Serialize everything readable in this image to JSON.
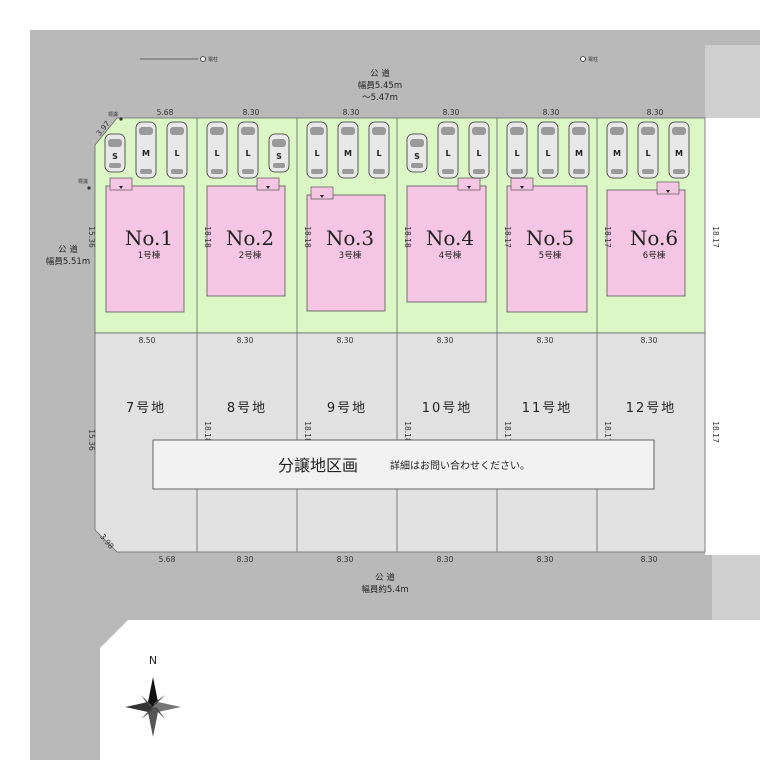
{
  "roads": {
    "north": {
      "name": "公 道",
      "width": "幅員5.45m",
      "width2": "～5.47m"
    },
    "west": {
      "name": "公 道",
      "width": "幅員5.51m"
    },
    "south": {
      "name": "公 道",
      "width": "幅員約5.4m"
    },
    "pole_label": "電柱",
    "marker_label": "標識"
  },
  "lots": [
    {
      "no": "No.1",
      "label": "1号棟",
      "cars": [
        "S",
        "M",
        "L"
      ],
      "top_dim": "5.68",
      "side_dim": "18.18"
    },
    {
      "no": "No.2",
      "label": "2号棟",
      "cars": [
        "L",
        "L",
        "S"
      ],
      "top_dim": "8.30",
      "side_dim": "18.18"
    },
    {
      "no": "No.3",
      "label": "3号棟",
      "cars": [
        "L",
        "M",
        "L"
      ],
      "top_dim": "8.30",
      "side_dim": "18.18"
    },
    {
      "no": "No.4",
      "label": "4号棟",
      "cars": [
        "S",
        "L",
        "L"
      ],
      "top_dim": "8.30",
      "side_dim": "18.17"
    },
    {
      "no": "No.5",
      "label": "5号棟",
      "cars": [
        "L",
        "L",
        "M"
      ],
      "top_dim": "8.30",
      "side_dim": "18.17"
    },
    {
      "no": "No.6",
      "label": "6号棟",
      "cars": [
        "M",
        "L",
        "M"
      ],
      "top_dim": "8.30",
      "side_dim": "18.17"
    }
  ],
  "north_row": {
    "corner_dim": "3.97",
    "left_dim": "15.36",
    "right_dim": "18.17"
  },
  "mid_dims": [
    "8.50",
    "8.30",
    "8.30",
    "8.30",
    "8.30",
    "8.30"
  ],
  "south_lots": {
    "names": [
      "7号地",
      "8号地",
      "9号地",
      "10号地",
      "11号地",
      "12号地"
    ],
    "side_dims": [
      "18.18",
      "18.18",
      "18.18",
      "18.17",
      "18.17"
    ],
    "left_dim": "15.36",
    "right_dim": "18.17",
    "corner_dim": "3.98",
    "bottom_dims": [
      "5.68",
      "8.30",
      "8.30",
      "8.30",
      "8.30",
      "8.30"
    ]
  },
  "subdivision": {
    "title": "分譲地区画",
    "note": "詳細はお問い合わせください。"
  },
  "compass": {
    "label": "N"
  },
  "colors": {
    "road": "#b9b9b9",
    "lot_green": "#dcf7c6",
    "house_pink": "#f5c6e3",
    "south_lot": "#e1e1e1"
  }
}
